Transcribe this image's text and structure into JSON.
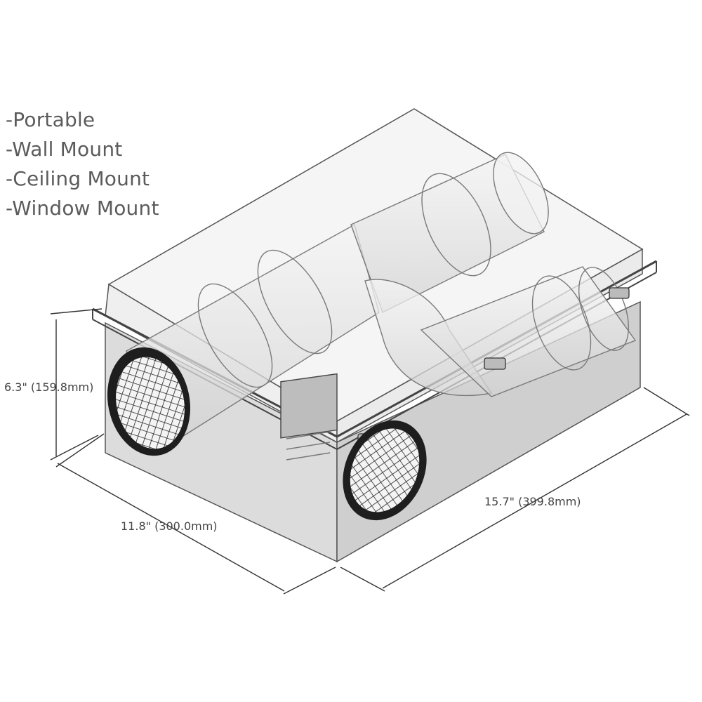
{
  "mount_options": [
    "-Portable",
    "-Wall Mount",
    "-Ceiling Mount",
    "-Window Mount"
  ],
  "dimensions": {
    "height": "6.3\" (159.8mm)",
    "width": "11.8\" (300.0mm)",
    "length": "15.7\" (399.8mm)"
  },
  "colors": {
    "line": "#4a4a4a",
    "duct": "#e6e6e6",
    "box_side": "#d9d9d9",
    "grille": "#1e1e1e",
    "text": "#5b5b5b"
  }
}
